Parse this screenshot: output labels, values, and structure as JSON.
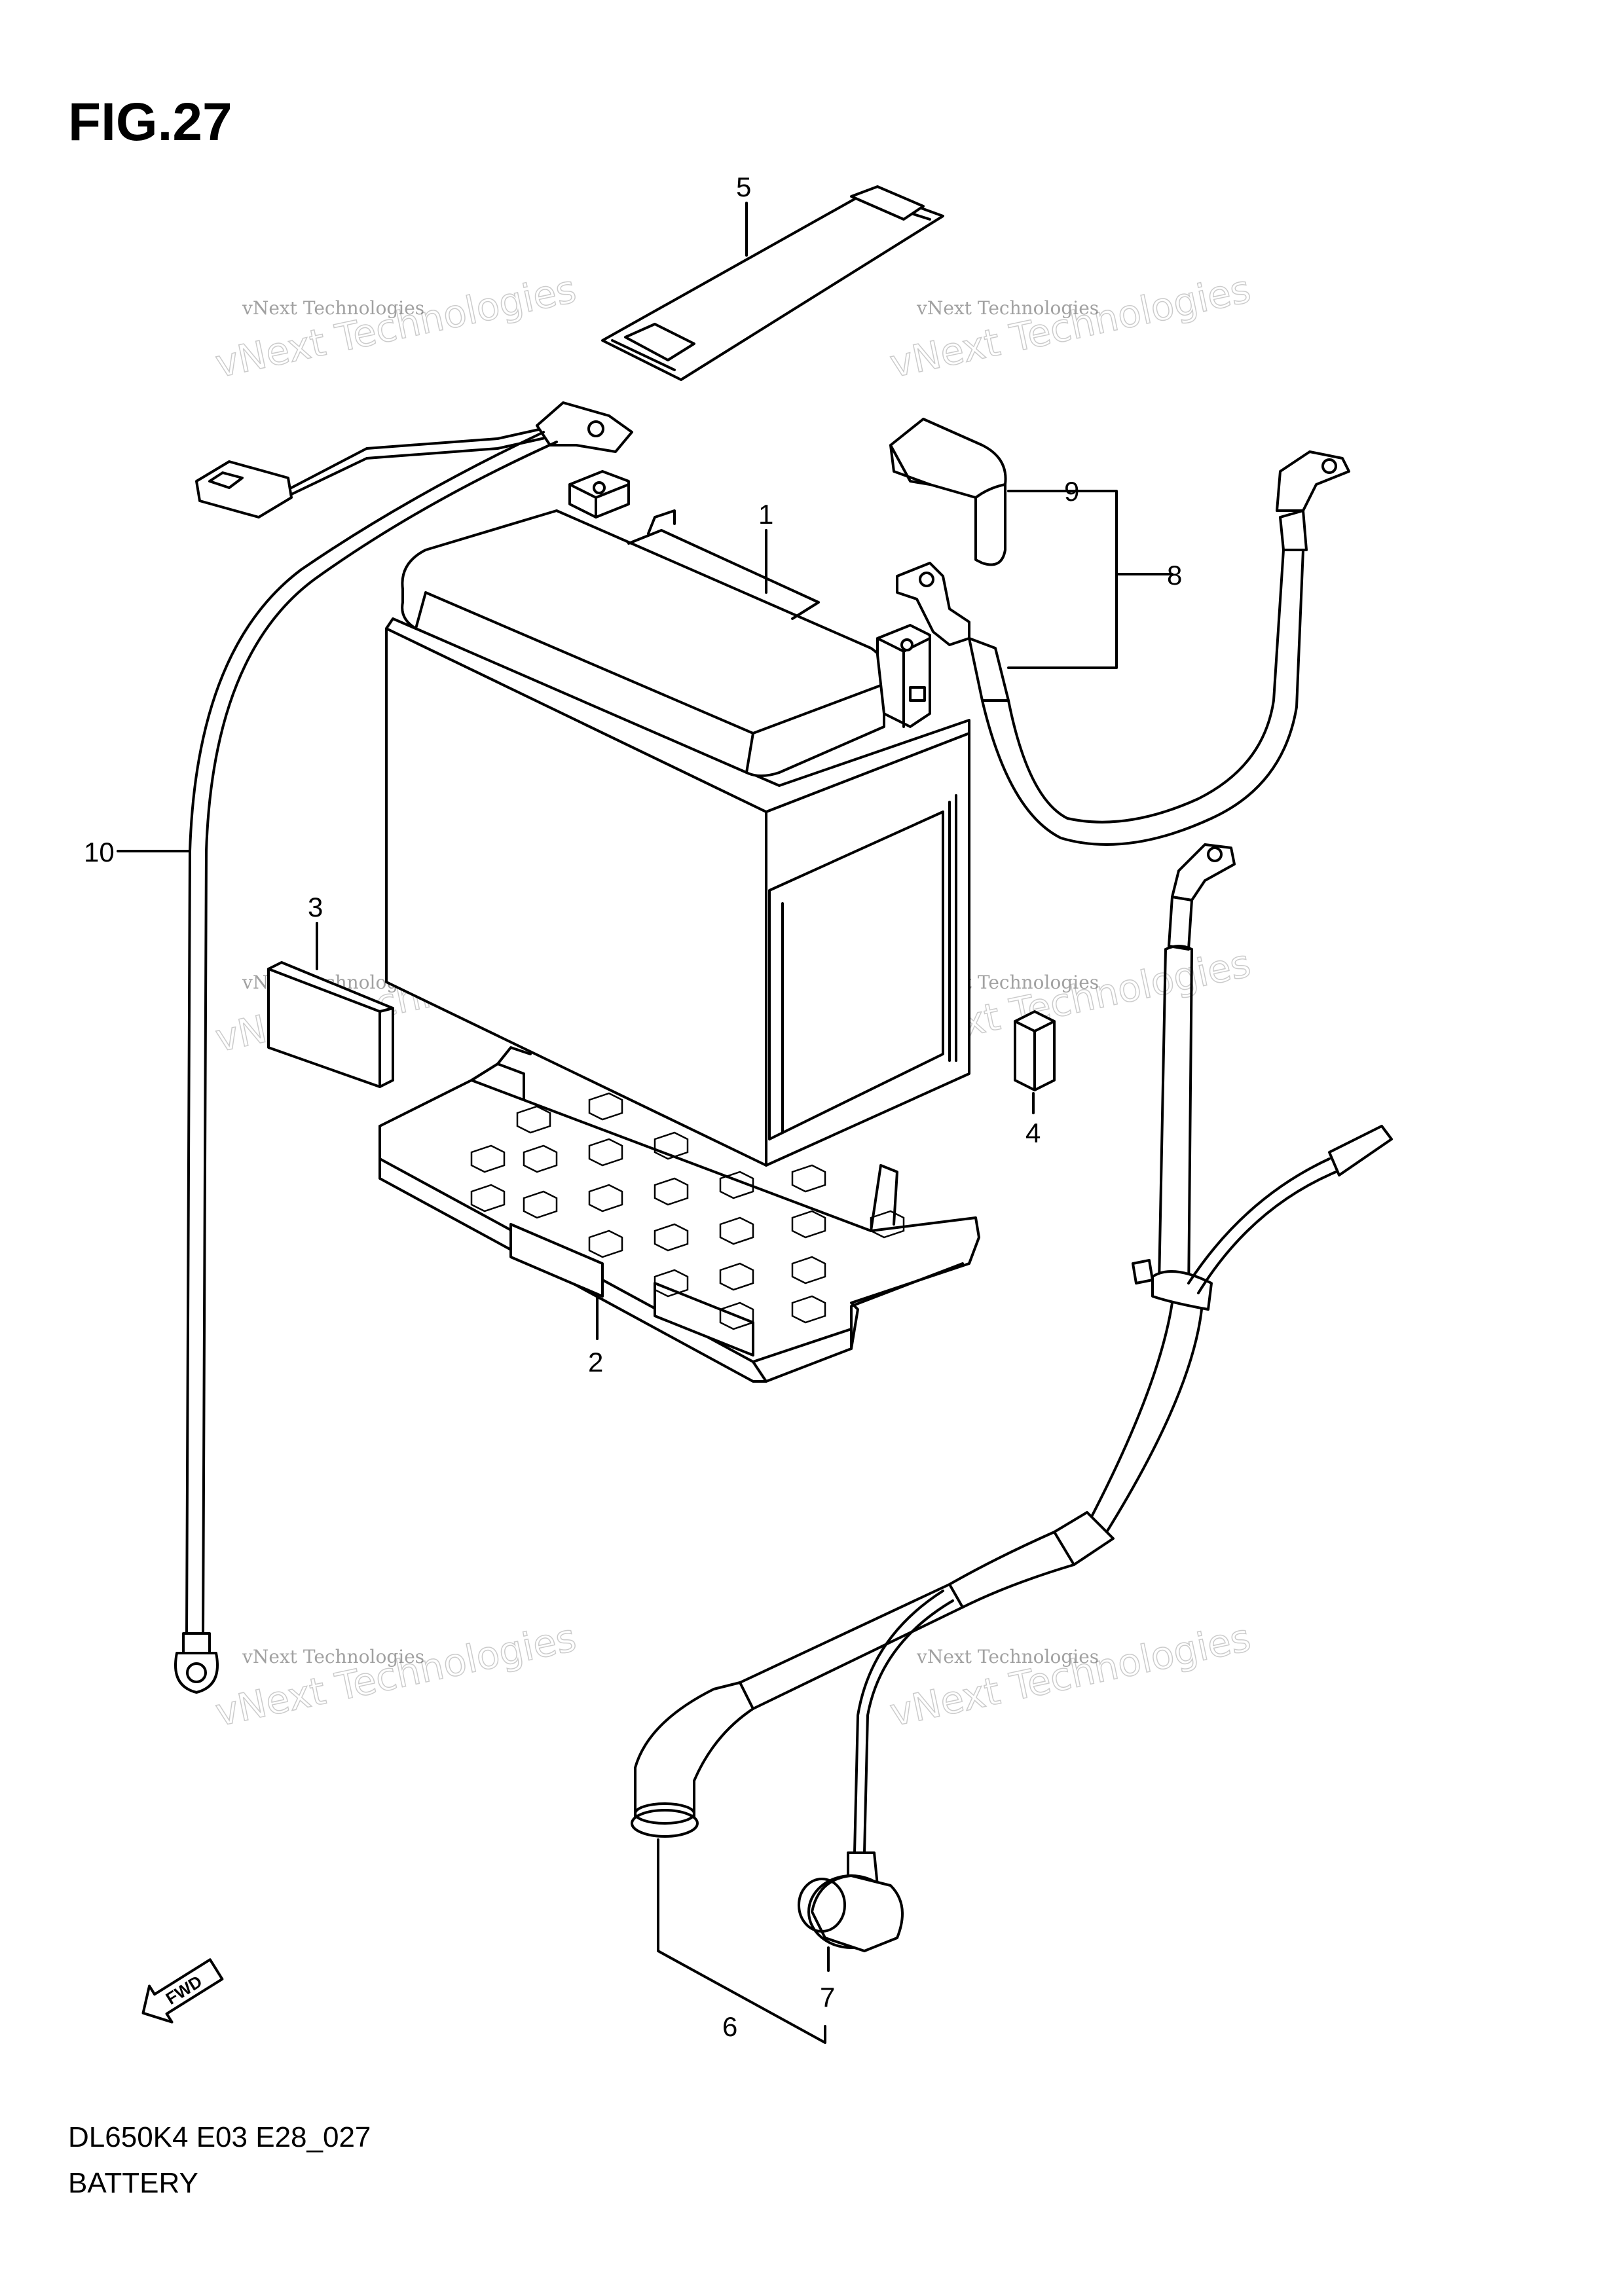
{
  "figure_title": "FIG.27",
  "diagram_code": "DL650K4 E03 E28_027",
  "diagram_name": "BATTERY",
  "fwd_label": "FWD",
  "watermark": {
    "line1": "vNext Technologies",
    "line2": "vNext Technologies"
  },
  "callouts": {
    "c1": "1",
    "c2": "2",
    "c3": "3",
    "c4": "4",
    "c5": "5",
    "c6": "6",
    "c7": "7",
    "c8": "8",
    "c9": "9",
    "c10": "10"
  }
}
